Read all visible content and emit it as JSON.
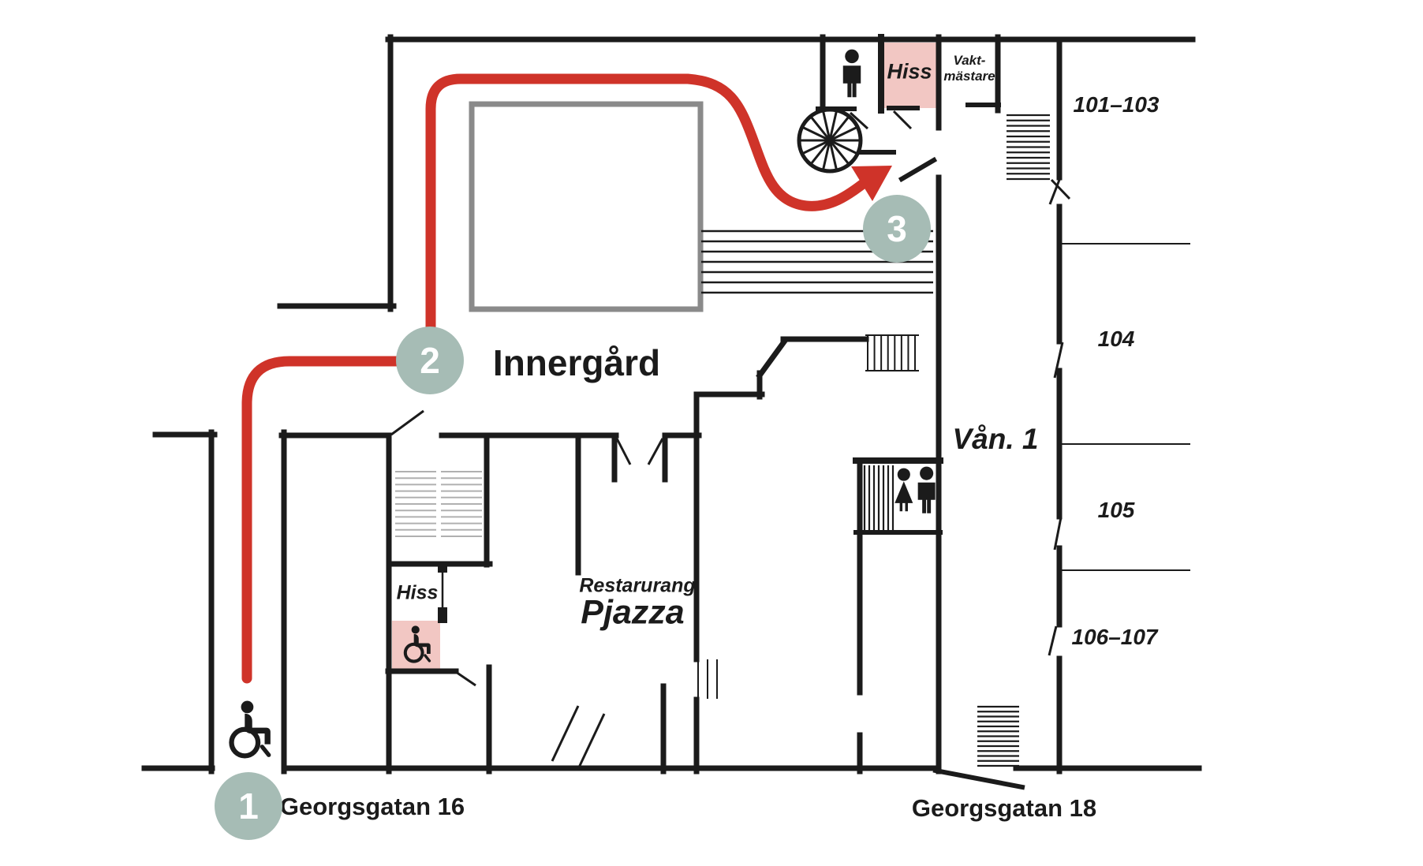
{
  "map": {
    "courtyard_label": "Innergård",
    "floor_label": "Vån. 1",
    "restaurant": {
      "line1": "Restarurang",
      "line2": "Pjazza"
    },
    "elevator_top_label": "Hiss",
    "elevator_bottom_label": "Hiss",
    "caretaker_line1": "Vakt-",
    "caretaker_line2": "mästare",
    "room_labels": [
      "101–103",
      "104",
      "105",
      "106–107"
    ],
    "entrance_left": "Georgsgatan 16",
    "entrance_right": "Georgsgatan 18",
    "route_markers": [
      "1",
      "2",
      "3"
    ],
    "icons": [
      "wheelchair-icon",
      "wc-man-icon",
      "wc-woman-icon",
      "spiral-staircase-icon",
      "stairs-hatch",
      "elevator-box"
    ],
    "colors": {
      "route": "#cf3329",
      "marker": "#a6bcb5",
      "elevator_fill": "#f2c7c3",
      "wall": "#1b1b1b",
      "courtyard_outline": "#8a8a8a"
    }
  }
}
